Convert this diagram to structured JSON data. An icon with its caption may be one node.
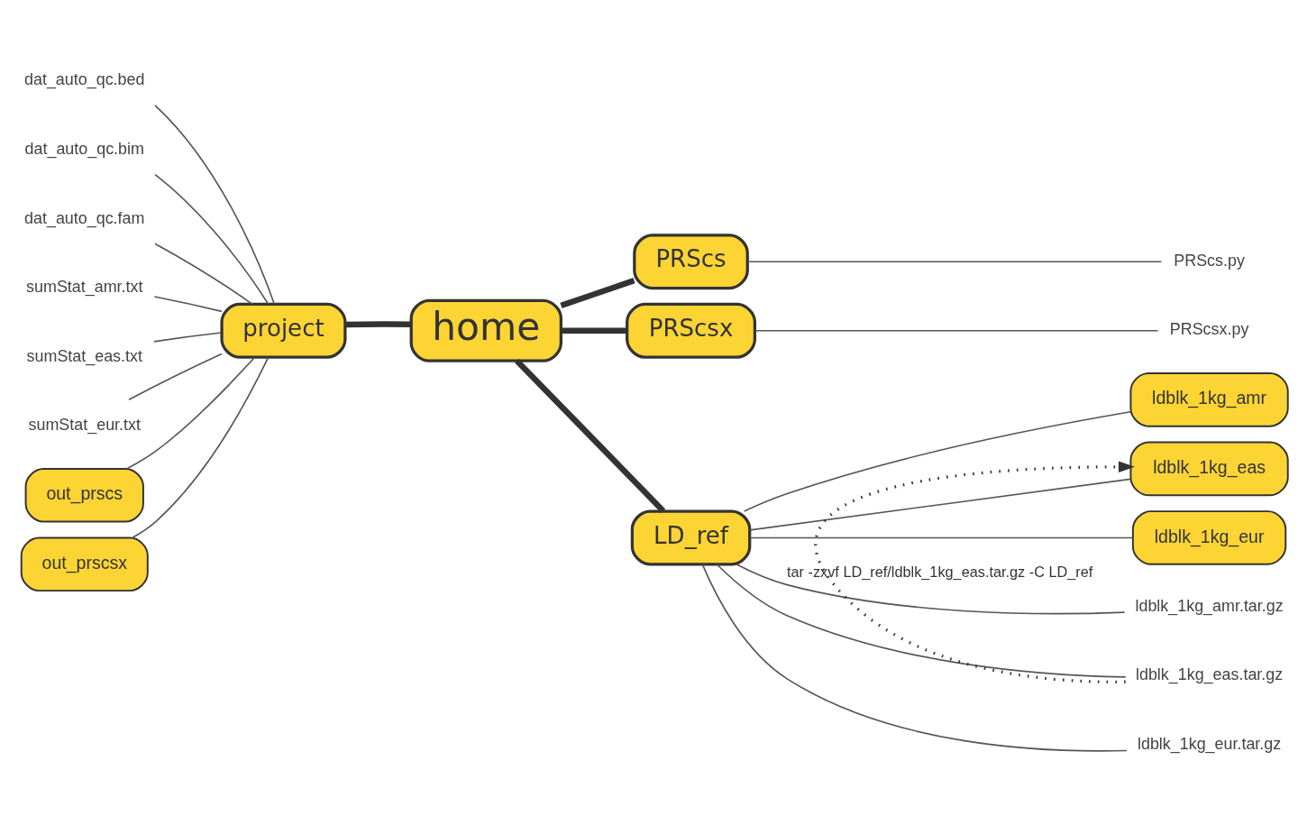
{
  "diagram": {
    "nodes": [
      {
        "text": [
          "home"
        ]
      },
      {
        "text": [
          "PRScs"
        ]
      },
      {
        "text": [
          "PRScsx"
        ]
      },
      {
        "text": [
          "LD_ref"
        ]
      },
      {
        "text": [
          "project"
        ]
      },
      {
        "text": [
          "PRScs.py"
        ]
      },
      {
        "text": [
          "PRScsx.py"
        ]
      },
      {
        "text": [
          "ldblk_1kg_amr"
        ]
      },
      {
        "text": [
          "ldblk_1kg_eas"
        ]
      },
      {
        "text": [
          "ldblk_1kg_eur"
        ]
      },
      {
        "text": [
          "ldblk_1kg_amr.tar.gz"
        ]
      },
      {
        "text": [
          "ldblk_1kg_eas.tar.gz"
        ]
      },
      {
        "text": [
          "ldblk_1kg_eur.tar.gz"
        ]
      },
      {
        "text": [
          "dat_auto_qc.bed"
        ]
      },
      {
        "text": [
          "dat_auto_qc.bim"
        ]
      },
      {
        "text": [
          "dat_auto_qc.fam"
        ]
      },
      {
        "text": [
          "sumStat_amr.txt"
        ]
      },
      {
        "text": [
          "sumStat_eas.txt"
        ]
      },
      {
        "text": [
          "sumStat_eur.txt"
        ]
      },
      {
        "text": [
          "out_prscs"
        ]
      },
      {
        "text": [
          "out_prscsx"
        ]
      }
    ],
    "edges": [
      {
        "from": 0,
        "to": 1,
        "arrow": "none",
        "style": "thick"
      },
      {
        "from": 0,
        "to": 2,
        "arrow": "none",
        "style": "thick"
      },
      {
        "from": 0,
        "to": 3,
        "arrow": "none",
        "style": "thick"
      },
      {
        "from": 0,
        "to": 4,
        "arrow": "none",
        "style": "thick"
      },
      {
        "from": 1,
        "to": 5,
        "arrow": "none"
      },
      {
        "from": 2,
        "to": 6,
        "arrow": "none"
      },
      {
        "from": 3,
        "to": 7,
        "arrow": "none"
      },
      {
        "from": 3,
        "to": 8,
        "arrow": "none"
      },
      {
        "from": 3,
        "to": 9,
        "arrow": "none"
      },
      {
        "from": 3,
        "to": 10,
        "arrow": "none"
      },
      {
        "from": 3,
        "to": 11,
        "arrow": "none"
      },
      {
        "from": 3,
        "to": 12,
        "arrow": "none"
      },
      {
        "from": 4,
        "to": 13,
        "arrow": "none"
      },
      {
        "from": 4,
        "to": 14,
        "arrow": "none"
      },
      {
        "from": 4,
        "to": 15,
        "arrow": "none"
      },
      {
        "from": 4,
        "to": 16,
        "arrow": "none"
      },
      {
        "from": 4,
        "to": 17,
        "arrow": "none"
      },
      {
        "from": 4,
        "to": 18,
        "arrow": "none"
      },
      {
        "from": 4,
        "to": 19,
        "arrow": "none"
      },
      {
        "from": 4,
        "to": 20,
        "arrow": "none"
      },
      {
        "from": 11,
        "to": 8,
        "arrow": "to",
        "style": "dashed",
        "color": "#333333",
        "label": "tar -zxvf LD_ref/ldblk_1kg_eas.tar.gz -C LD_ref"
      }
    ]
  }
}
